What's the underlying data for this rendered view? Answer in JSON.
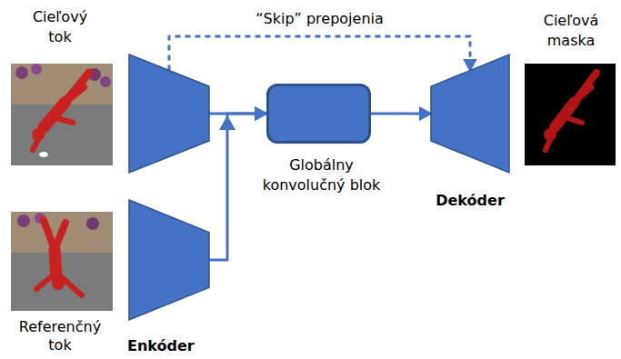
{
  "diagram": {
    "nodes": [
      {
        "text": []
      },
      {
        "text": [
          "Enkóder"
        ]
      },
      {
        "text": [
          "Globálny konvolučný blok"
        ]
      },
      {
        "text": [
          "Dekóder"
        ]
      }
    ],
    "edges": [
      {
        "from": 0,
        "to": 2,
        "arrow": "to"
      },
      {
        "from": 1,
        "to": 2,
        "arrow": "to"
      },
      {
        "from": 2,
        "to": 3,
        "arrow": "to"
      },
      {
        "from": 0,
        "to": 3,
        "arrow": "to",
        "label": "“Skip” prepojenia"
      }
    ],
    "labels": [
      "Cieľový tok",
      "Referenčný tok",
      "Cieľová maska"
    ]
  }
}
